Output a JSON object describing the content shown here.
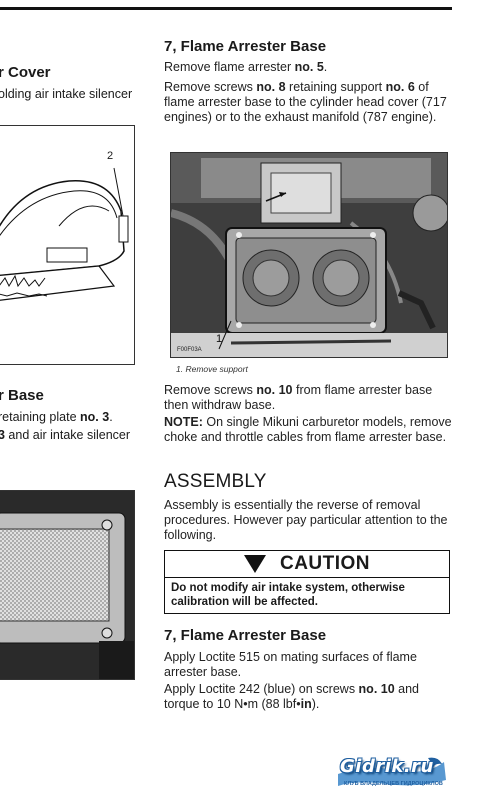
{
  "left": {
    "heading1": "r Cover",
    "line1": "olding air intake silencer",
    "fig1_callout": "2",
    "heading2": "r Base",
    "line2a_pre": "retaining plate ",
    "line2a_bold": "no. 3",
    "line2a_post": ".",
    "line2b_bold": "3",
    "line2b_post": " and air intake silencer"
  },
  "right": {
    "section1_title": "7, Flame Arrester Base",
    "p1_pre": "Remove flame arrester ",
    "p1_bold": "no. 5",
    "p1_post": ".",
    "p2_a": "Remove screws ",
    "p2_b": "no. 8",
    "p2_c": " retaining support ",
    "p2_d": "no. 6",
    "p2_e": " of flame arrester base to the cylinder head cover (717 engines) or to the exhaust manifold (787 engine).",
    "photo_code": "F00F03A",
    "photo_callout": "1",
    "caption": "1.  Remove support",
    "p3_a": "Remove screws ",
    "p3_b": "no. 10",
    "p3_c": " from flame arrester base then withdraw base.",
    "note_label": "NOTE:",
    "note_text": " On single Mikuni carburetor models, remove choke and throttle cables from flame arrester base.",
    "assembly_title": "ASSEMBLY",
    "p4": "Assembly is essentially the reverse of removal procedures. However pay particular attention to the following.",
    "caution_title": "CAUTION",
    "caution_text": "Do not modify air intake system, otherwise calibration will be affected.",
    "section2_title": "7, Flame Arrester Base",
    "p5": "Apply Loctite 515 on mating surfaces of flame arrester base.",
    "p6_a": "Apply Loctite 242 (blue) on screws ",
    "p6_b": "no. 10",
    "p6_c": " and torque to 10 N•m (88 lbf•",
    "p6_d": "in",
    "p6_e": ")."
  },
  "logo": {
    "main": "Gidrik.ru",
    "sub": "КЛУБ ВЛАДЕЛЬЦЕВ ГИДРОЦИКЛОВ"
  },
  "colors": {
    "text": "#1a1a1a",
    "logo_blue": "#1f5fa0"
  }
}
